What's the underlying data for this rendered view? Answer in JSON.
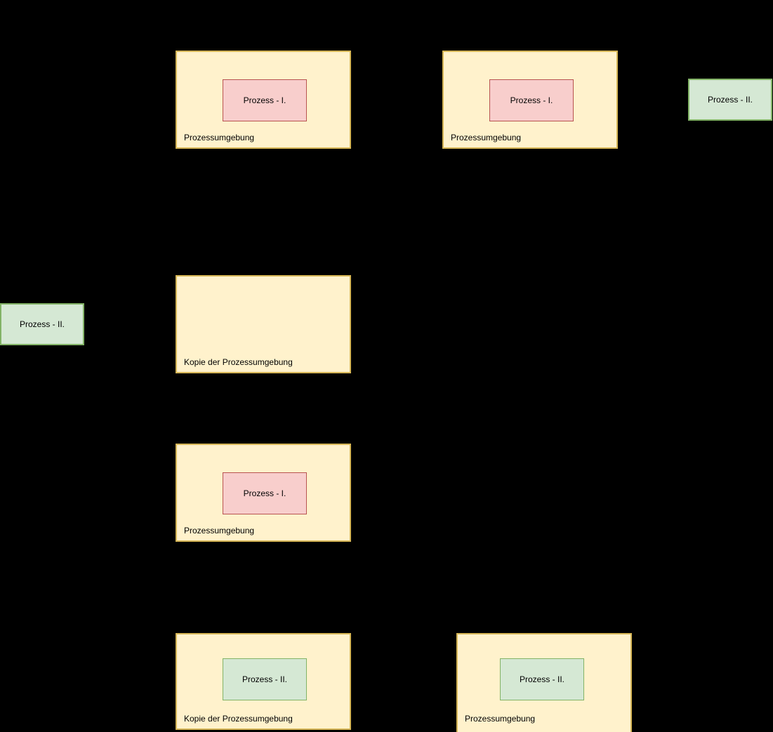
{
  "colors": {
    "background": "#000000",
    "environment_fill": "#FFF2CC",
    "environment_stroke": "#D6B656",
    "process1_fill": "#F8CECC",
    "process1_stroke": "#B85450",
    "process2_fill": "#D5E8D4",
    "process2_stroke": "#82B366",
    "text": "#000000"
  },
  "envs": [
    {
      "label": "Prozessumgebung",
      "process": "Prozess - I."
    },
    {
      "label": "Prozessumgebung",
      "process": "Prozess - I."
    },
    {
      "label": "Kopie der Prozessumgebung"
    },
    {
      "label": "Prozessumgebung",
      "process": "Prozess - I."
    },
    {
      "label": "Kopie der Prozessumgebung",
      "process": "Prozess - II."
    },
    {
      "label": "Prozessumgebung",
      "process": "Prozess - II."
    }
  ],
  "standalone": [
    {
      "label": "Prozess - II."
    },
    {
      "label": "Prozess - II."
    }
  ]
}
